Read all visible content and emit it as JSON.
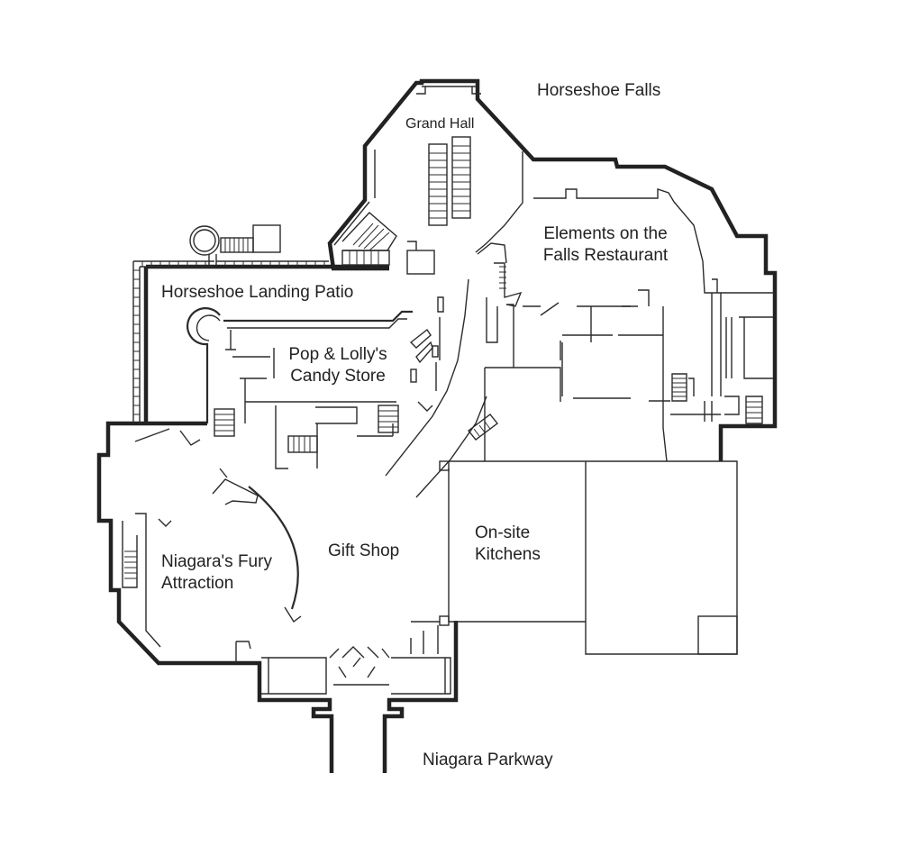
{
  "map": {
    "labels": {
      "horseshoe_falls": "Horseshoe Falls",
      "grand_hall": "Grand Hall",
      "elements_line1": "Elements on the",
      "elements_line2": "Falls Restaurant",
      "patio": "Horseshoe Landing Patio",
      "candy_line1": "Pop & Lolly's",
      "candy_line2": "Candy Store",
      "gift_shop": "Gift Shop",
      "kitchens_line1": "On-site",
      "kitchens_line2": "Kitchens",
      "fury_line1": "Niagara's Fury",
      "fury_line2": "Attraction",
      "parkway": "Niagara Parkway"
    },
    "colors": {
      "wall": "#222222",
      "line": "#2b2b2b",
      "background": "#ffffff"
    }
  }
}
